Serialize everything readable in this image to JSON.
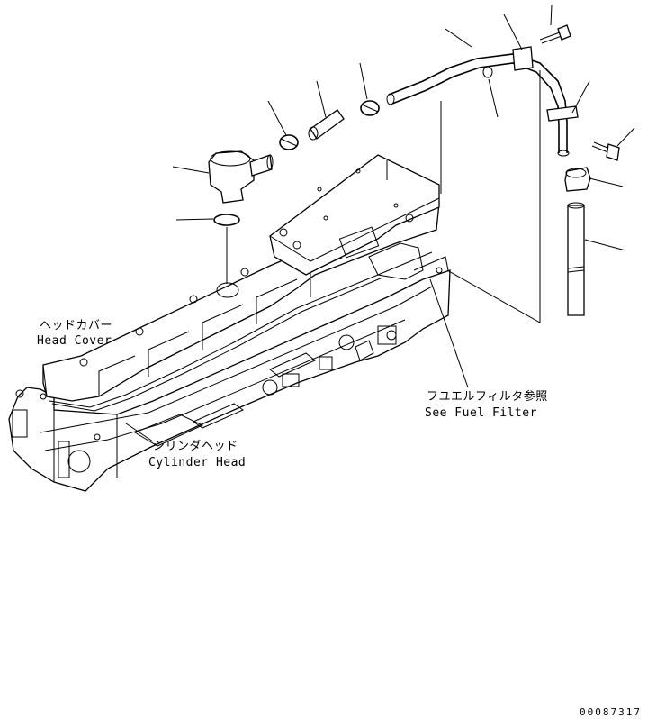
{
  "labels": {
    "head_cover_jp": "ヘッドカバー",
    "head_cover_en": "Head Cover",
    "fuel_filter_jp": "フユエルフィルタ参照",
    "fuel_filter_en": "See Fuel Filter",
    "cylinder_head_jp": "シリンダヘッド",
    "cylinder_head_en": "Cylinder Head"
  },
  "reference_number": "00087317"
}
